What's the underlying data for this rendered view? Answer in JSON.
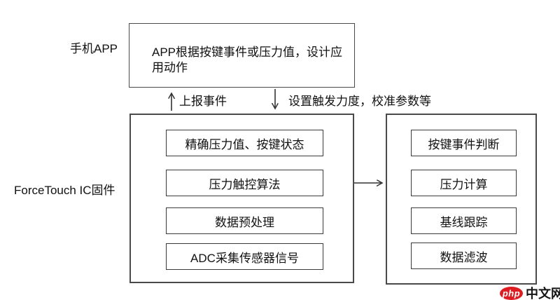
{
  "diagram": {
    "phone_app_label": "手机APP",
    "firmware_label": "ForceTouch IC固件",
    "app_box": {
      "line1": "APP根据按键事件或压力值，设计应",
      "line2": "用动作"
    },
    "up_arrow_label": "上报事件",
    "down_arrow_label": "设置触发力度，校准参数等",
    "firmware_steps": [
      "精确压力值、按键状态",
      "压力触控算法",
      "数据预处理",
      "ADC采集传感器信号"
    ],
    "algorithm_steps": [
      "按键事件判断",
      "压力计算",
      "基线跟踪",
      "数据滤波"
    ]
  },
  "watermark": {
    "logo": "php",
    "site": "中文网"
  },
  "colors": {
    "line": "#333333",
    "watermark_red": "#dd1d22"
  }
}
